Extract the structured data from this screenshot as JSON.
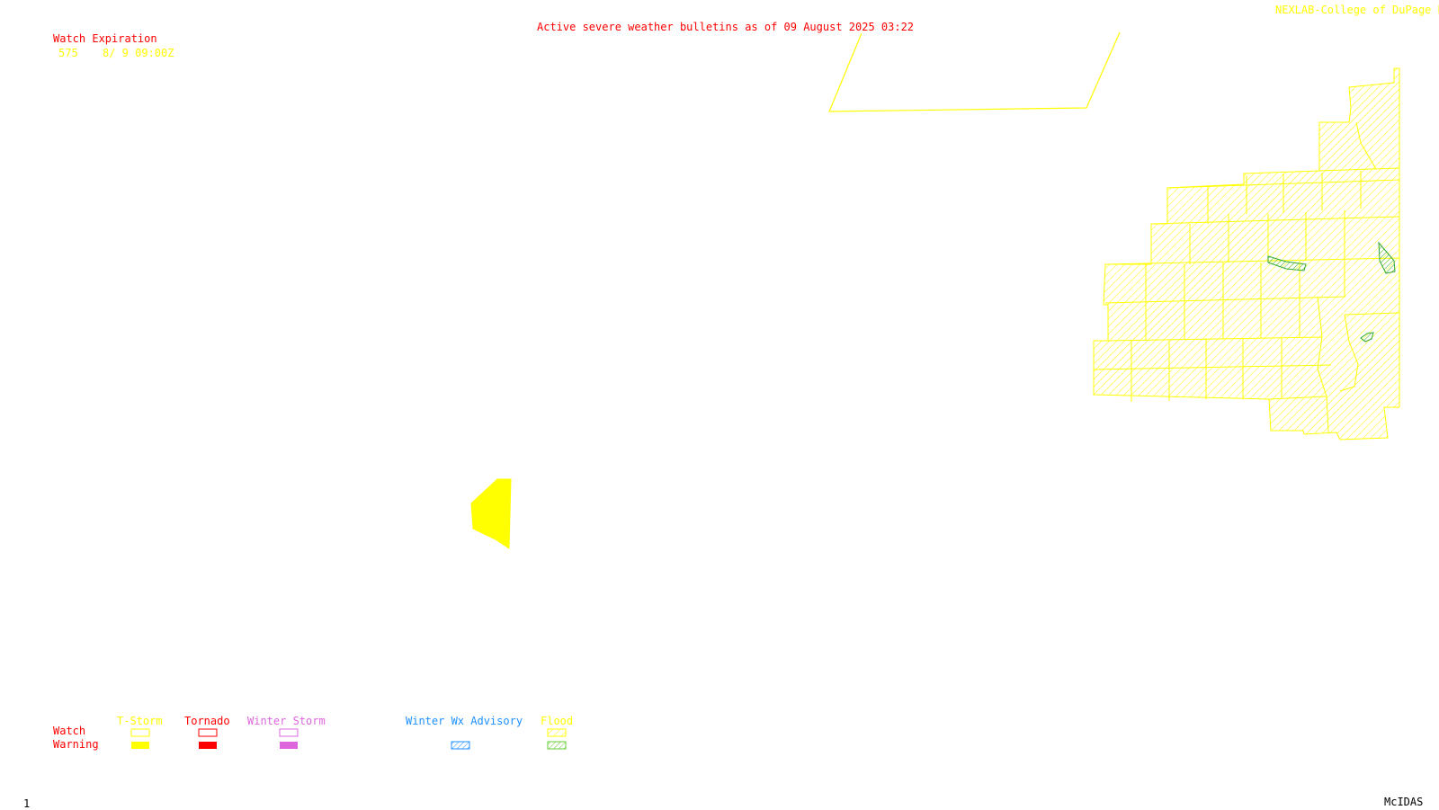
{
  "header": {
    "title": "Active severe weather bulletins as of 09 August 2025 03:22",
    "credit": "NEXLAB-College of DuPage R"
  },
  "watch_expiration": {
    "label": "Watch Expiration",
    "rows": [
      {
        "id": "575",
        "expires": "8/ 9 09:00Z"
      }
    ]
  },
  "legend": {
    "row_watch": "Watch",
    "row_warning": "Warning",
    "categories": [
      {
        "key": "tstorm",
        "label": "T-Storm",
        "color": "#ffff00"
      },
      {
        "key": "tornado",
        "label": "Tornado",
        "color": "#ff0000"
      },
      {
        "key": "winter_storm",
        "label": "Winter Storm",
        "color": "#dd66dd"
      },
      {
        "key": "winter_wx_advisory",
        "label": "Winter Wx Advisory",
        "color": "#1e90ff"
      },
      {
        "key": "flood",
        "label": "Flood",
        "color": "#ffff00",
        "warning_color": "#66cc33"
      }
    ]
  },
  "footer": {
    "frame": "1",
    "product": "McIDAS"
  },
  "colors": {
    "title": "#ff0000",
    "credit": "#ffff00",
    "watch_outline": "#ffff00",
    "flood_fill": "#ffff00",
    "flood_warning": "#33aa33"
  }
}
